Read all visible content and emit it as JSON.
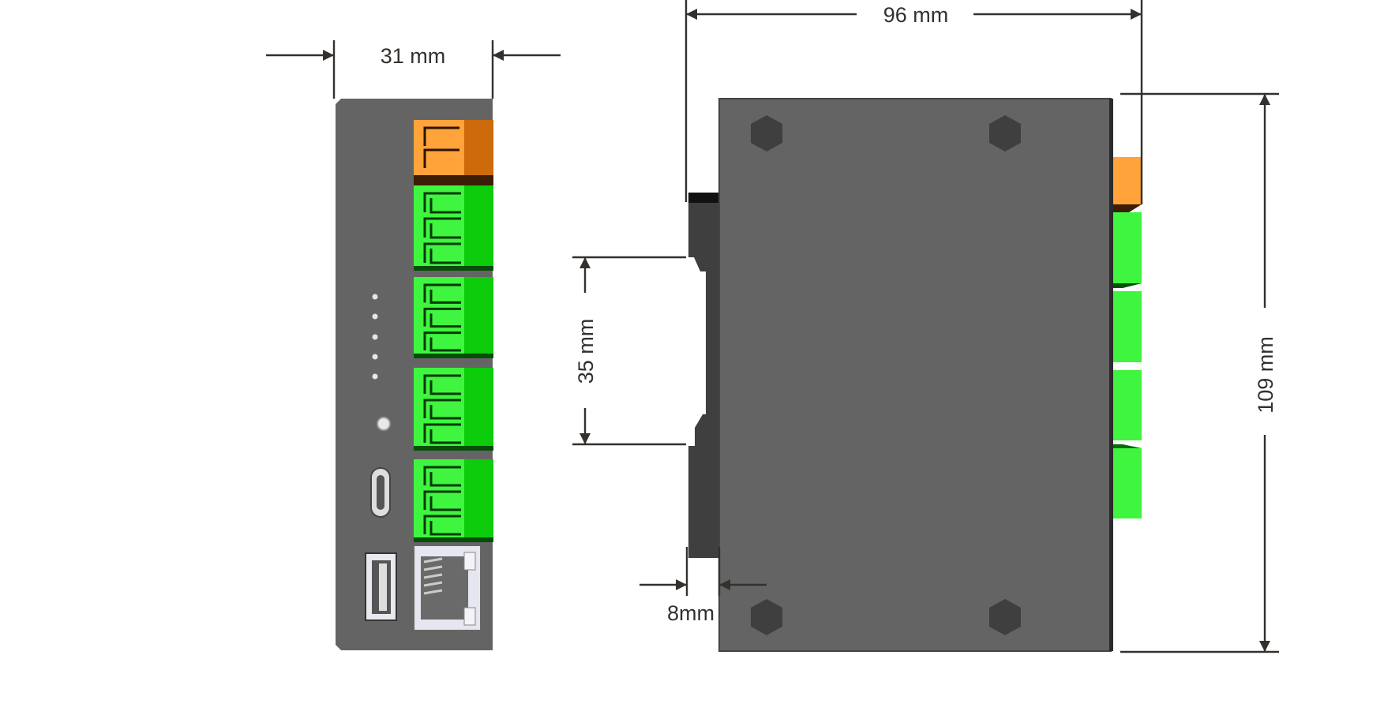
{
  "dimensions": {
    "width_front": "31 mm",
    "depth": "96 mm",
    "height": "109 mm",
    "din_rail": "35 mm",
    "clip_offset": "8mm"
  },
  "colors": {
    "housing": "#646464",
    "housing_dark": "#3f3f3f",
    "terminal_orange": "#ffa33a",
    "terminal_orange_dark": "#cc6a0c",
    "terminal_green": "#3ff53f",
    "terminal_green_dark": "#0ccc0c",
    "dimension_line": "#33302e"
  }
}
